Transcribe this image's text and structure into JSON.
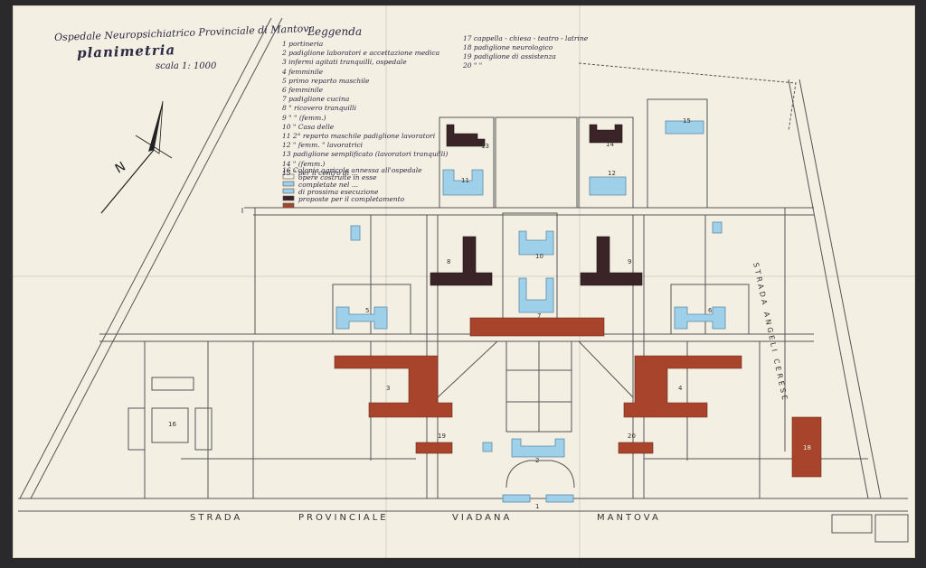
{
  "map": {
    "title": "Ospedale Neuropsichiatrico Provinciale di Mantova",
    "subtitle": "planimetria",
    "scale": "scala 1: 1000",
    "north": "N",
    "legend_title": "Leggenda",
    "legend_left": [
      "1  portineria",
      "2  padiglione laboratori e accettazione medica",
      "3  infermi agitati tranquilli, ospedale",
      "4          femminile",
      "5  primo reparto maschile",
      "6          femminile",
      "7  padiglione cucina",
      "8  \"  ricovero tranquilli",
      "9  \"        \"     (femm.)",
      "10 \"  Casa delle",
      "11 2° reparto maschile padiglione lavoratori",
      "12 \"   femm.        \"    lavoratrici",
      "13 padiglione semplificato (lavoratori tranquilli)",
      "14      \"           (femm.)",
      "15 \"   per il centro di ..."
    ],
    "legend_right": [
      "17 cappella - chiesa - teatro - latrine",
      "18 padiglione neurologico",
      "19 padiglione di assistenza",
      "20      \"          \""
    ],
    "legend_keys": [
      {
        "color": "#f3efe2",
        "label": "16 Colonia agricola annessa all'ospedale"
      },
      {
        "color": "#9fd0ea",
        "label": "opere costruite in esse"
      },
      {
        "color": "#9fd0ea",
        "label": "completate nel ..."
      },
      {
        "color": "#3a2428",
        "label": "di prossima esecuzione"
      },
      {
        "color": "#a8442c",
        "label": "proposte per il completamento"
      }
    ],
    "buildings": {
      "b1": "1",
      "b2": "2",
      "b3": "3",
      "b4": "4",
      "b5": "5",
      "b6": "6",
      "b7": "7",
      "b8": "8",
      "b9": "9",
      "b10": "10",
      "b11": "11",
      "b12": "12",
      "b13": "13",
      "b14": "14",
      "b15": "15",
      "b16": "16",
      "b18": "18",
      "b19": "19",
      "b20": "20"
    },
    "roads": {
      "bottom": [
        "STRADA",
        "PROVINCIALE",
        "VIADANA",
        "MANTOVA"
      ],
      "right": "STRADA ANGELI CERESE"
    },
    "colors": {
      "paper": "#f3efe2",
      "existing": "#9fd0ea",
      "next": "#3a2428",
      "proposed": "#a8442c",
      "ink": "#2d2a45"
    }
  }
}
